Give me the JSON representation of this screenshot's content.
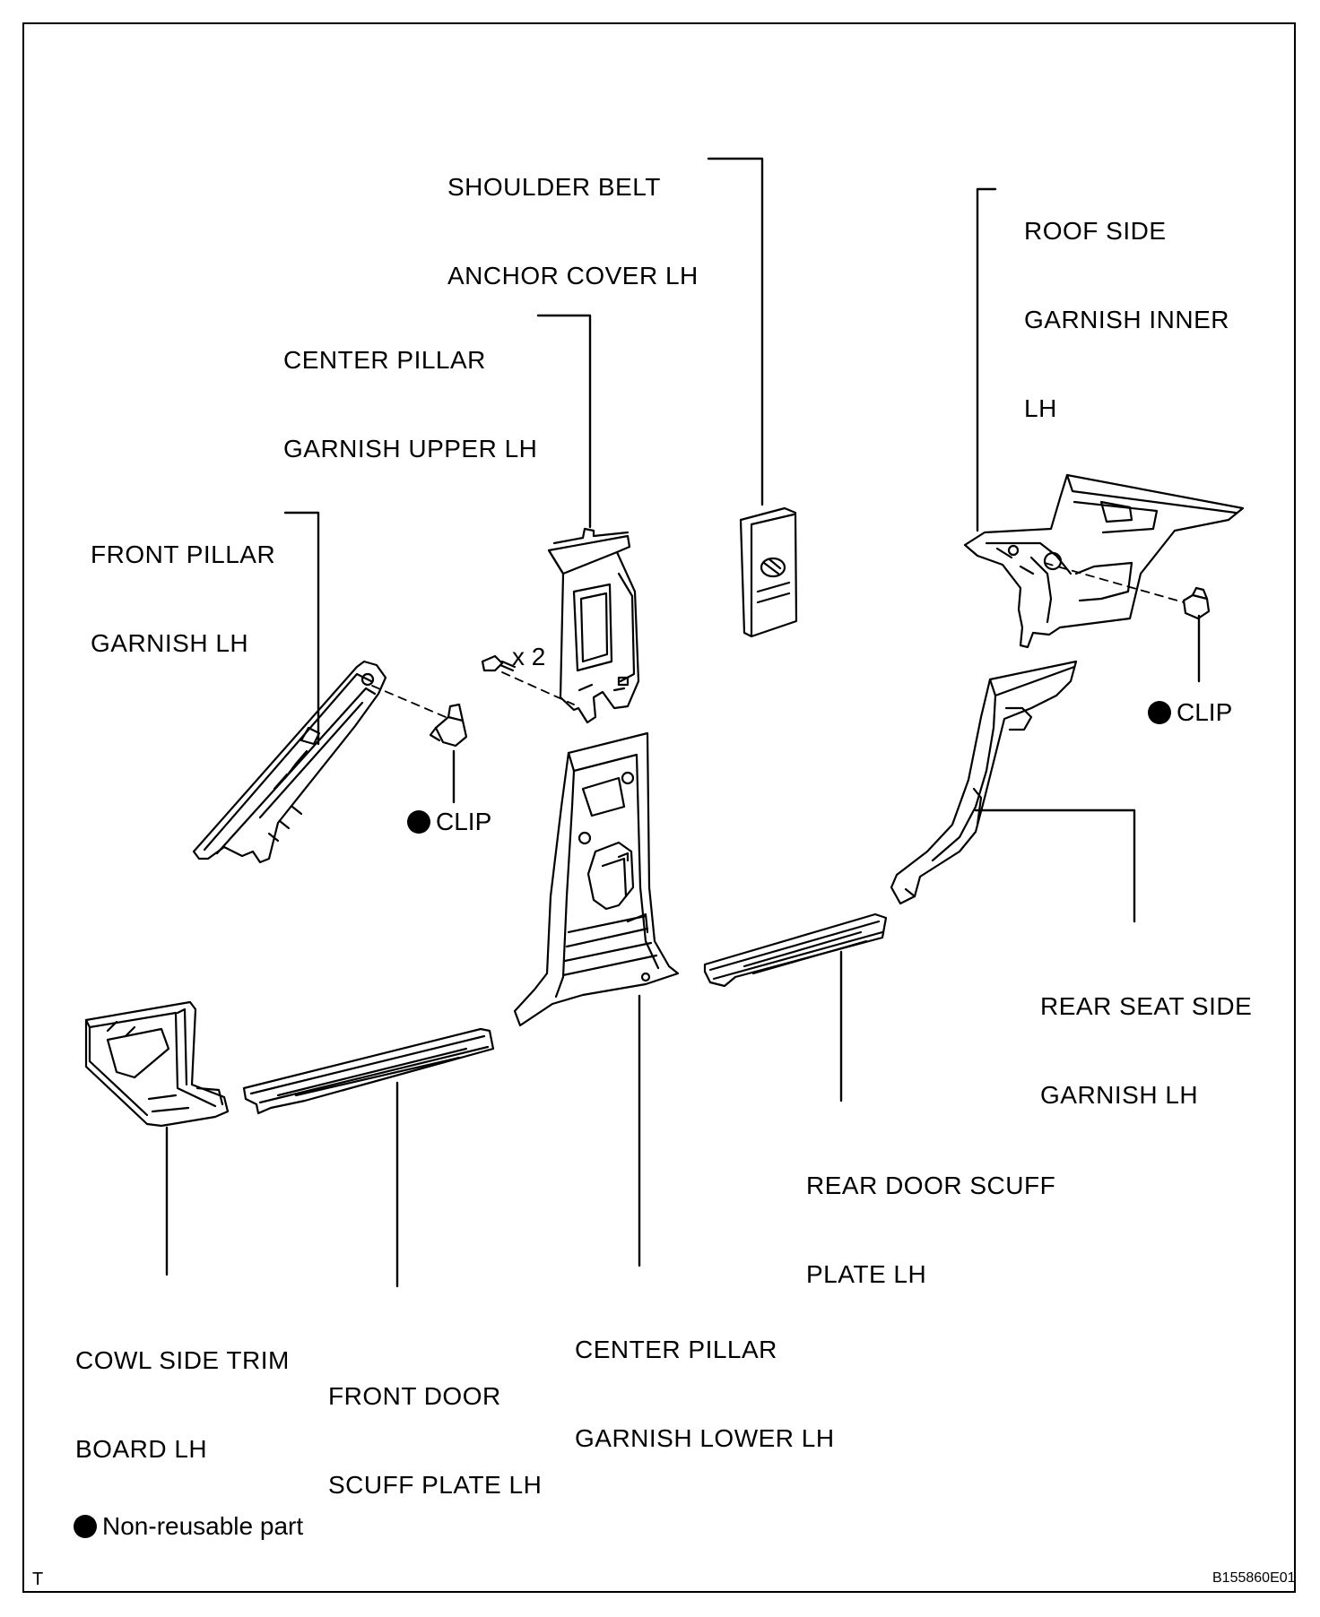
{
  "labels": {
    "shoulder_belt": [
      "SHOULDER BELT",
      "ANCHOR COVER LH"
    ],
    "roof_side": [
      "ROOF SIDE",
      "GARNISH INNER",
      "LH"
    ],
    "center_upper": [
      "CENTER PILLAR",
      "GARNISH UPPER LH"
    ],
    "front_pillar": [
      "FRONT PILLAR",
      "GARNISH LH"
    ],
    "rear_seat": [
      "REAR SEAT SIDE",
      "GARNISH LH"
    ],
    "rear_door": [
      "REAR DOOR SCUFF",
      "PLATE LH"
    ],
    "cowl_side": [
      "COWL SIDE TRIM",
      "BOARD LH"
    ],
    "front_door": [
      "FRONT DOOR",
      "SCUFF PLATE LH"
    ],
    "center_lower": [
      "CENTER PILLAR",
      "GARNISH LOWER LH"
    ]
  },
  "clip_label": "CLIP",
  "screw_qty": "x 2",
  "legend": "Non-reusable part",
  "corner_code": "T",
  "figure_id": "B155860E01"
}
